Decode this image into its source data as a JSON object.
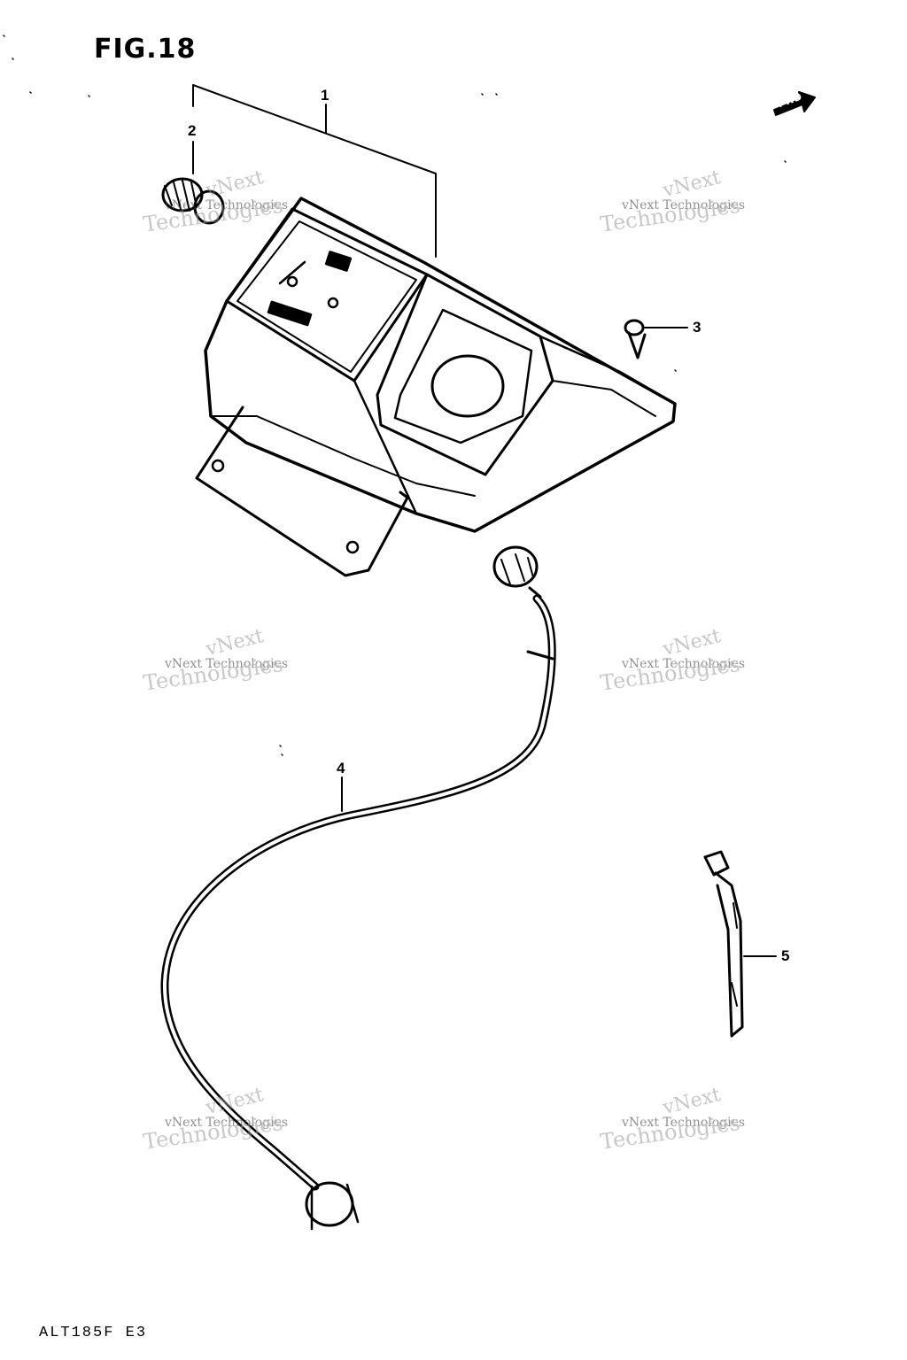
{
  "figure": {
    "title": "FIG.18",
    "footer_code": "ALT185F E3",
    "direction_label": "FWD"
  },
  "callouts": [
    {
      "id": "1",
      "part": "speedometer assembly"
    },
    {
      "id": "2",
      "part": "cable cap"
    },
    {
      "id": "3",
      "part": "screw"
    },
    {
      "id": "4",
      "part": "speedometer cable"
    },
    {
      "id": "5",
      "part": "wire clamp"
    }
  ],
  "watermark": {
    "line1": "vNext Technologies",
    "line2": "Technologies",
    "line3": "vNext"
  },
  "colors": {
    "ink": "#000000",
    "paper": "#ffffff",
    "watermark": "#9a9a9a"
  }
}
